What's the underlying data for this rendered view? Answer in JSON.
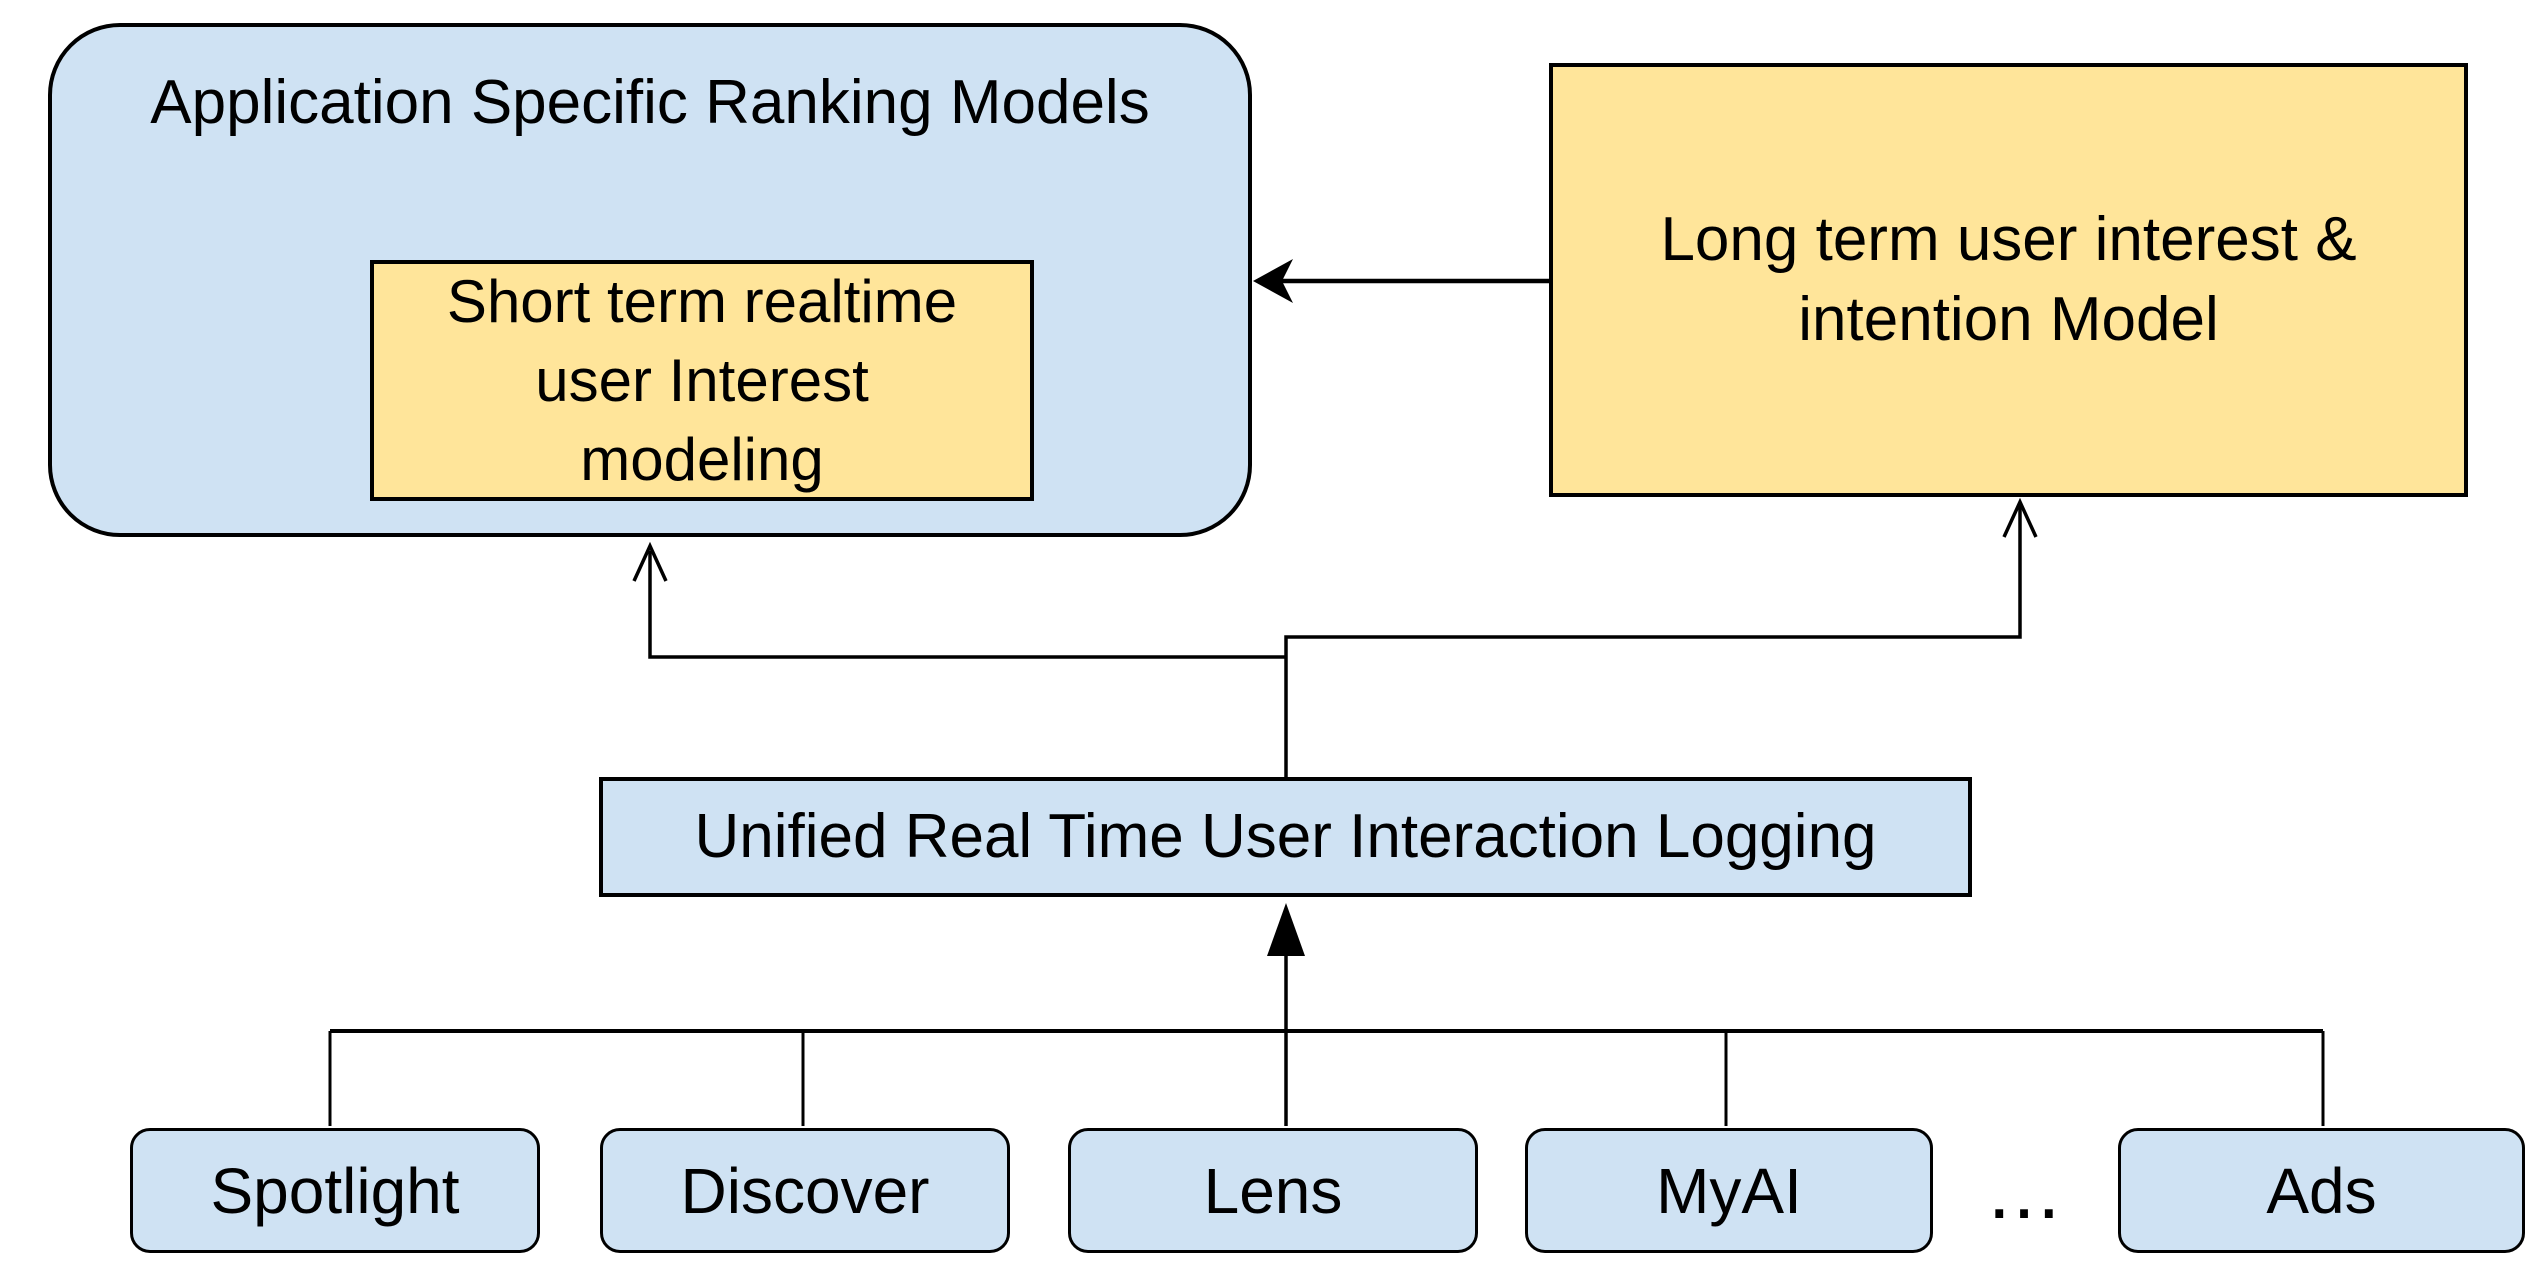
{
  "colors": {
    "box_blue": "#cfe2f3",
    "box_yellow": "#ffe59a",
    "stroke": "#000000",
    "background": "#ffffff"
  },
  "nodes": {
    "ranking_models": {
      "label": "Application Specific Ranking Models"
    },
    "short_term": {
      "line1": "Short term realtime",
      "line2": "user Interest",
      "line3": "modeling"
    },
    "long_term": {
      "line1": "Long term user interest &",
      "line2": "intention Model"
    },
    "logging": {
      "label": "Unified Real Time User Interaction Logging"
    },
    "sources": [
      {
        "label": "Spotlight"
      },
      {
        "label": "Discover"
      },
      {
        "label": "Lens"
      },
      {
        "label": "MyAI"
      },
      {
        "label": "Ads"
      }
    ],
    "ellipsis": "..."
  }
}
